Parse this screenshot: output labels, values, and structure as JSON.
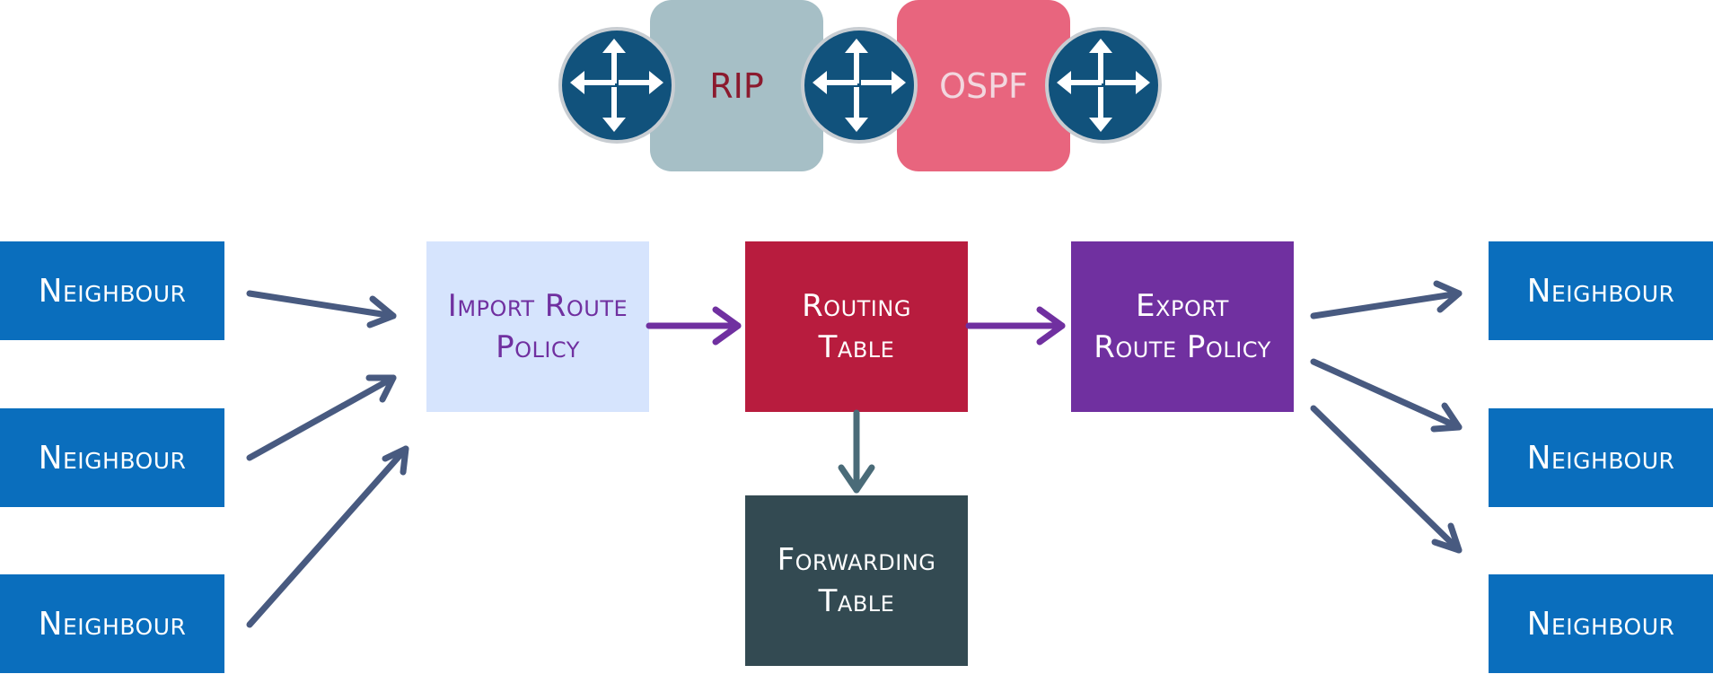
{
  "protocols": [
    {
      "label": "RIP"
    },
    {
      "label": "OSPF"
    }
  ],
  "left_neighbours": [
    {
      "label": "Neighbour"
    },
    {
      "label": "Neighbour"
    },
    {
      "label": "Neighbour"
    }
  ],
  "right_neighbours": [
    {
      "label": "Neighbour"
    },
    {
      "label": "Neighbour"
    },
    {
      "label": "Neighbour"
    }
  ],
  "import_policy": {
    "line1": "Import Route",
    "line2": "Policy"
  },
  "routing_table": {
    "line1": "Routing",
    "line2": "Table"
  },
  "export_policy": {
    "line1": "Export",
    "line2": "Route Policy"
  },
  "forwarding_table": {
    "line1": "Forwarding",
    "line2": "Table"
  },
  "colors": {
    "neighbour": "#0a6ebd",
    "import_policy_bg": "#d6e4fd",
    "import_policy_text": "#7030a0",
    "routing_table": "#b81c3e",
    "export_policy": "#7030a0",
    "forwarding_table": "#334a52",
    "rip_bg": "#a6bfc6",
    "rip_text": "#8b1a2e",
    "ospf_bg": "#e8657e",
    "ospf_text": "#f2d7df",
    "router": "#11527c",
    "arrow_neighbour": "#485a80",
    "arrow_policy": "#7030a0",
    "arrow_forward": "#4a6b78"
  },
  "icons": {
    "router": "router-crossed-arrows-icon"
  }
}
